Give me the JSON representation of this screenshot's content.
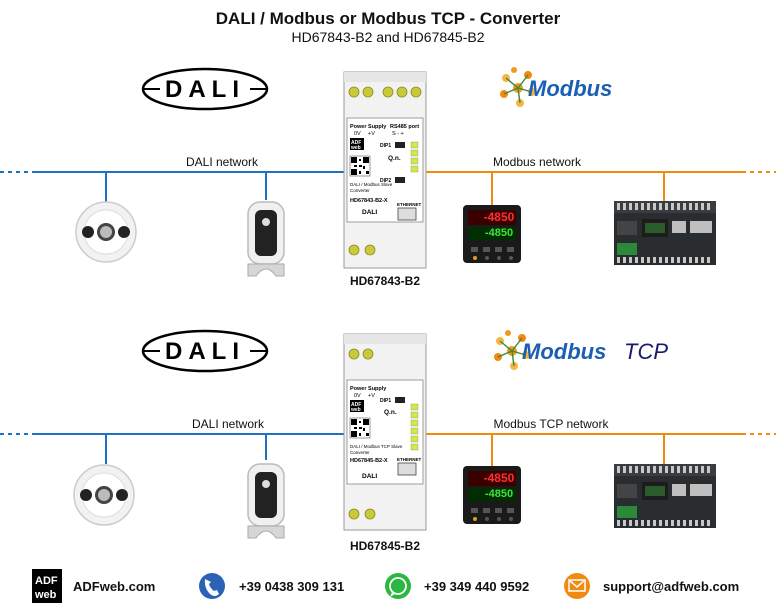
{
  "header": {
    "title": "DALI / Modbus or Modbus TCP - Converter",
    "subtitle": "HD67843-B2 and HD67845-B2"
  },
  "logos": {
    "dali": "DALI",
    "modbus": "Modbus",
    "modbus_tcp_word": "Modbus",
    "modbus_tcp_suffix": "TCP"
  },
  "section_top": {
    "left_network": "DALI network",
    "right_network": "Modbus network",
    "device_label": "HD67843-B2",
    "device": {
      "power_supply": "Power Supply",
      "v0": "0V",
      "vplus": "+V",
      "rs485": "RS485 port",
      "pins": "S  -  +",
      "dip1": "DIP1",
      "dip2": "DIP2",
      "qn": "Q.n.",
      "brand_top": "ADF",
      "brand_bottom": "web",
      "desc1": "DALI / Modbus Slave",
      "desc2": "Converter",
      "model": "HD67843-B2-X",
      "dali": "DALI",
      "ethernet": "ETHERNET"
    }
  },
  "section_bottom": {
    "left_network": "DALI network",
    "right_network": "Modbus TCP network",
    "device_label": "HD67845-B2",
    "device": {
      "power_supply": "Power Supply",
      "v0": "0V",
      "vplus": "+V",
      "dip1": "DIP1",
      "qn": "Q.n.",
      "brand_top": "ADF",
      "brand_bottom": "web",
      "desc1": "DALI / Modbus TCP Slave",
      "desc2": "Converter",
      "model": "HD67845-B2-X",
      "dali": "DALI",
      "ethernet": "ETHERNET"
    }
  },
  "hmi_display": {
    "top": "-4850",
    "bottom": "-4850"
  },
  "footer": {
    "brand_top": "ADF",
    "brand_bottom": "web",
    "website": "ADFweb.com",
    "phone": "+39 0438 309 131",
    "whatsapp": "+39 349 440 9592",
    "email": "support@adfweb.com"
  },
  "icons": {
    "phone": "phone-icon",
    "whatsapp": "whatsapp-icon",
    "email": "email-icon"
  },
  "colors": {
    "dali_line": "#1f6fc2",
    "modbus_line": "#f08a10",
    "phone_icon": "#2c62b5",
    "whatsapp_icon": "#2bb741",
    "email_icon": "#f08a10",
    "modbus_logo_text": "#1a5fb4"
  }
}
